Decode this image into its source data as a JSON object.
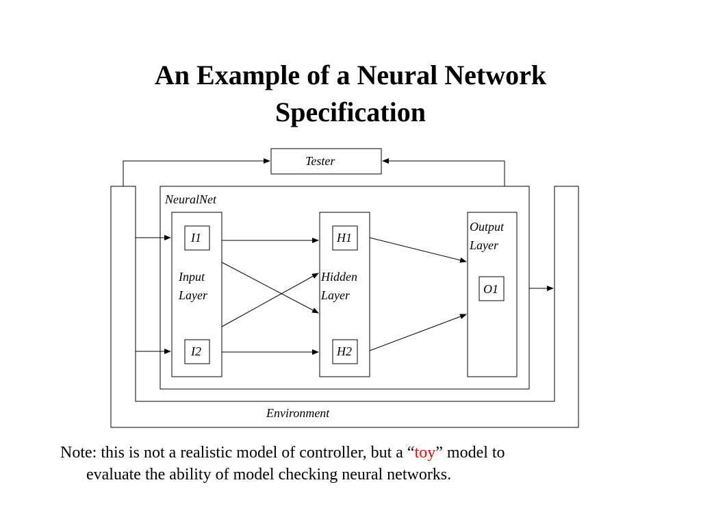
{
  "slide": {
    "title_line1": "An Example of a Neural Network",
    "title_line2": "Specification"
  },
  "diagram": {
    "tester_label": "Tester",
    "neuralnet_label": "NeuralNet",
    "environment_label": "Environment",
    "input_layer": {
      "label_line1": "Input",
      "label_line2": "Layer",
      "nodes": [
        "I1",
        "I2"
      ]
    },
    "hidden_layer": {
      "label_line1": "Hidden",
      "label_line2": "Layer",
      "nodes": [
        "H1",
        "H2"
      ]
    },
    "output_layer": {
      "label_line1": "Output",
      "label_line2": "Layer",
      "nodes": [
        "O1"
      ]
    }
  },
  "note": {
    "prefix": "Note: this is not a realistic model of controller, but a “",
    "highlight": "toy",
    "suffix": "” model to",
    "line2": "evaluate the ability of model checking neural networks.",
    "highlight_color": "#ff0000"
  }
}
